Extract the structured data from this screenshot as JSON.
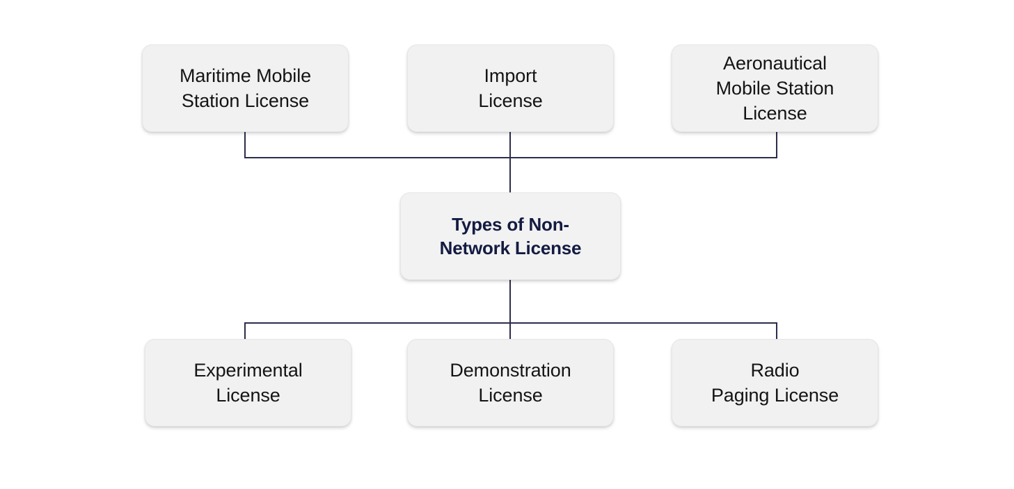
{
  "diagram": {
    "title": "Types of Non-Network License",
    "background_color": "#ffffff",
    "node_fill_color": "#f1f1f1",
    "connector_color": "#2b2d4a",
    "root_text_color": "#141b41",
    "node_text_color": "#141414",
    "root": {
      "label": "Types of Non-\nNetwork License"
    },
    "top_nodes": [
      {
        "label": "Maritime Mobile\nStation License"
      },
      {
        "label": "Import\nLicense"
      },
      {
        "label": "Aeronautical\nMobile Station\nLicense"
      }
    ],
    "bottom_nodes": [
      {
        "label": "Experimental\nLicense"
      },
      {
        "label": "Demonstration\nLicense"
      },
      {
        "label": "Radio\nPaging License"
      }
    ]
  }
}
